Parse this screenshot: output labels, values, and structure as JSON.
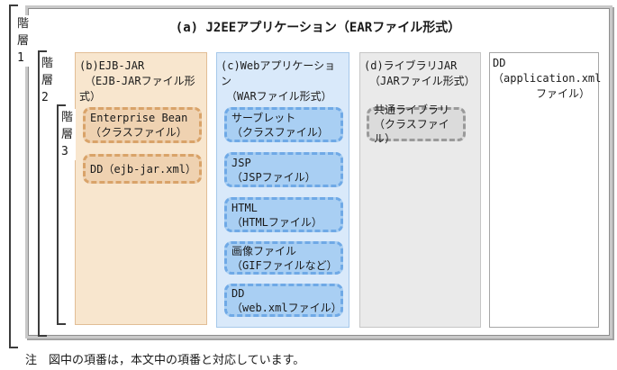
{
  "title": "(a) J2EEアプリケーション（EARファイル形式）",
  "hierarchy_labels": [
    "階層1",
    "階層2",
    "階層3"
  ],
  "columns": [
    {
      "header": "(b)EJB-JAR\n　（EJB-JARファイル形式）",
      "boxes": [
        "Enterprise Bean\n（クラスファイル）",
        "DD（ejb-jar.xml）"
      ]
    },
    {
      "header": "(c)Webアプリケーション\n　（WARファイル形式）",
      "boxes": [
        "サーブレット\n（クラスファイル）",
        "JSP\n（JSPファイル）",
        "HTML\n（HTMLファイル）",
        "画像ファイル\n（GIFファイルなど）",
        "DD\n（web.xmlファイル）"
      ]
    },
    {
      "header": "(d)ライブラリJAR\n　（JARファイル形式）",
      "boxes": [
        "共通ライブラリ\n（クラスファイル）"
      ]
    },
    {
      "header": "DD\n（application.xml\n　　　　ファイル）",
      "boxes": []
    }
  ],
  "note": "注　図中の項番は，本文中の項番と対応しています。",
  "colors": {
    "ejb_fill": "#F8E6CE",
    "ejb_box_fill": "#EFD2B1",
    "ejb_dash": "#D9A369",
    "ejb_border": "#E2BD95",
    "web_fill": "#D9E9FA",
    "web_box_fill": "#A9CFF3",
    "web_dash": "#6FA9E6",
    "web_border": "#A6C8EA",
    "lib_fill": "#EAEAEA",
    "lib_box_fill": "#DBDBDB",
    "lib_dash": "#9A9A9A",
    "lib_border": "#C6C6C6",
    "dd_fill": "#FFFFFF",
    "dd_border": "#A6A6A6",
    "container_border": "#8D8D8D",
    "container_outline": "#C9C9C9",
    "bracket_line": "#3C3C3C"
  }
}
